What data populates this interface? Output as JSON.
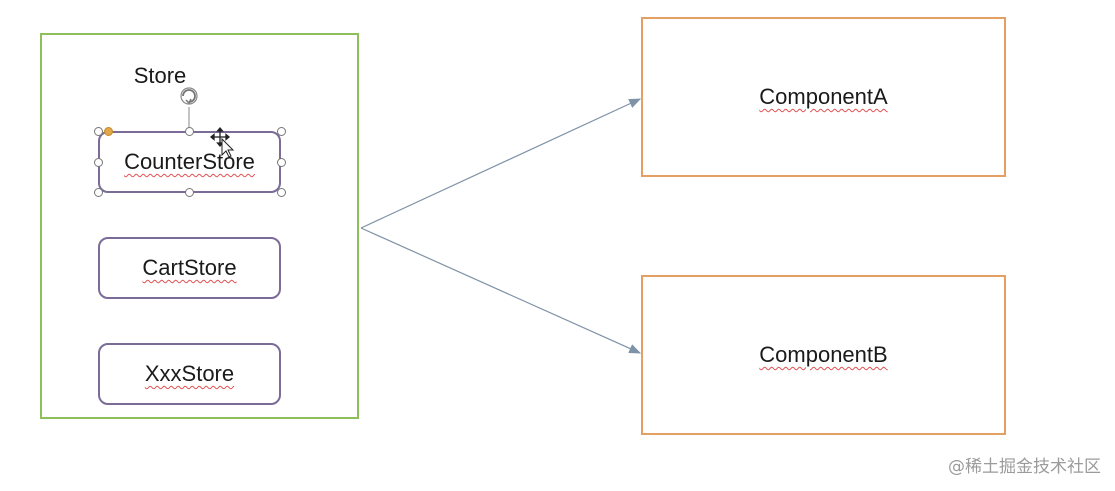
{
  "diagram": {
    "store_label": "Store",
    "stores": [
      {
        "label": "CounterStore",
        "selected": true
      },
      {
        "label": "CartStore",
        "selected": false
      },
      {
        "label": "XxxStore",
        "selected": false
      }
    ],
    "components": [
      {
        "label": "ComponentA"
      },
      {
        "label": "ComponentB"
      }
    ],
    "colors": {
      "store_container_border": "#8fbf5a",
      "store_box_border": "#7b6b97",
      "component_border": "#e3a062",
      "arrow": "#7f93a8",
      "spellcheck_underline": "#e05050"
    }
  },
  "watermark": "@稀土掘金技术社区"
}
